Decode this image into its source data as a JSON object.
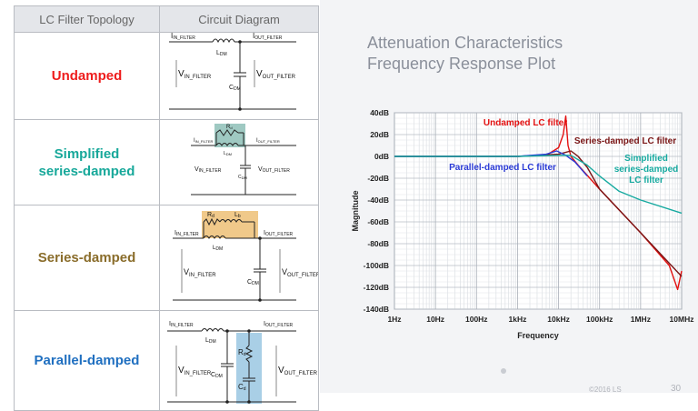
{
  "table": {
    "headers": [
      "LC Filter Topology",
      "Circuit Diagram"
    ],
    "rows": [
      {
        "name": "Undamped",
        "color": "#ee1c1c"
      },
      {
        "name_line1": "Simplified",
        "name_line2": "series-damped",
        "color": "#17a89a"
      },
      {
        "name": "Series-damped",
        "color": "#8a6d2b"
      },
      {
        "name": "Parallel-damped",
        "color": "#1f6fc0"
      }
    ]
  },
  "circuit_labels": {
    "i_in": "I",
    "i_in_sub": "IN_FILTER",
    "i_out": "I",
    "i_out_sub": "OUT_FILTER",
    "v_in": "V",
    "v_in_sub": "IN_FILTER",
    "v_out": "V",
    "v_out_sub": "OUT_FILTER",
    "l": "L",
    "l_sub": "DM",
    "c": "C",
    "c_sub": "DM",
    "r": "R",
    "r_sub": "d",
    "l_d": "L",
    "l_d_sub": "b",
    "c_d": "C",
    "c_d_sub": "d"
  },
  "plot": {
    "title_line1": "Attenuation Characteristics",
    "title_line2": "Frequency Response Plot"
  },
  "chart_data": {
    "type": "line",
    "title": "",
    "xlabel": "Frequency",
    "ylabel": "Magnitude",
    "x_scale": "log",
    "xlim": [
      1,
      10000000
    ],
    "ylim": [
      -140,
      40
    ],
    "x_ticks": [
      "1Hz",
      "10Hz",
      "100Hz",
      "1kHz",
      "10kHz",
      "100kHz",
      "1MHz",
      "10MHz"
    ],
    "y_ticks": [
      "40dB",
      "20dB",
      "0dB",
      "-20dB",
      "-40dB",
      "-60dB",
      "-80dB",
      "-100dB",
      "-120dB",
      "-140dB"
    ],
    "grid": true,
    "series": [
      {
        "name": "Undamped LC filter",
        "color": "#e31010",
        "x": [
          1,
          1000,
          5000,
          10000,
          13000,
          15000,
          17000,
          20000,
          30000,
          100000,
          1000000,
          5000000,
          8000000,
          10000000
        ],
        "y": [
          0,
          0,
          1,
          8,
          20,
          37,
          10,
          0,
          -8,
          -30,
          -70,
          -100,
          -122,
          -105
        ]
      },
      {
        "name": "Series-damped LC filter",
        "color": "#7a1616",
        "x": [
          1,
          1000,
          10000,
          20000,
          30000,
          50000,
          100000,
          1000000,
          10000000
        ],
        "y": [
          0,
          0,
          2,
          5,
          0,
          -10,
          -30,
          -70,
          -110
        ]
      },
      {
        "name": "Parallel-damped LC filter",
        "color": "#2b3bd6",
        "x": [
          1,
          1000,
          5000,
          9000,
          15000,
          25000,
          50000
        ],
        "y": [
          0,
          0,
          2,
          5,
          1,
          -5,
          -18
        ]
      },
      {
        "name_line1": "Simplified",
        "name_line2": "series-damped",
        "name_line3": "LC filter",
        "color": "#17aaa0",
        "x": [
          1,
          1000,
          10000,
          20000,
          50000,
          100000,
          300000,
          1000000,
          10000000
        ],
        "y": [
          0,
          0,
          1,
          1,
          -8,
          -18,
          -32,
          -40,
          -52
        ]
      }
    ]
  },
  "footer": {
    "left": "©2016 LS",
    "right": "30"
  }
}
